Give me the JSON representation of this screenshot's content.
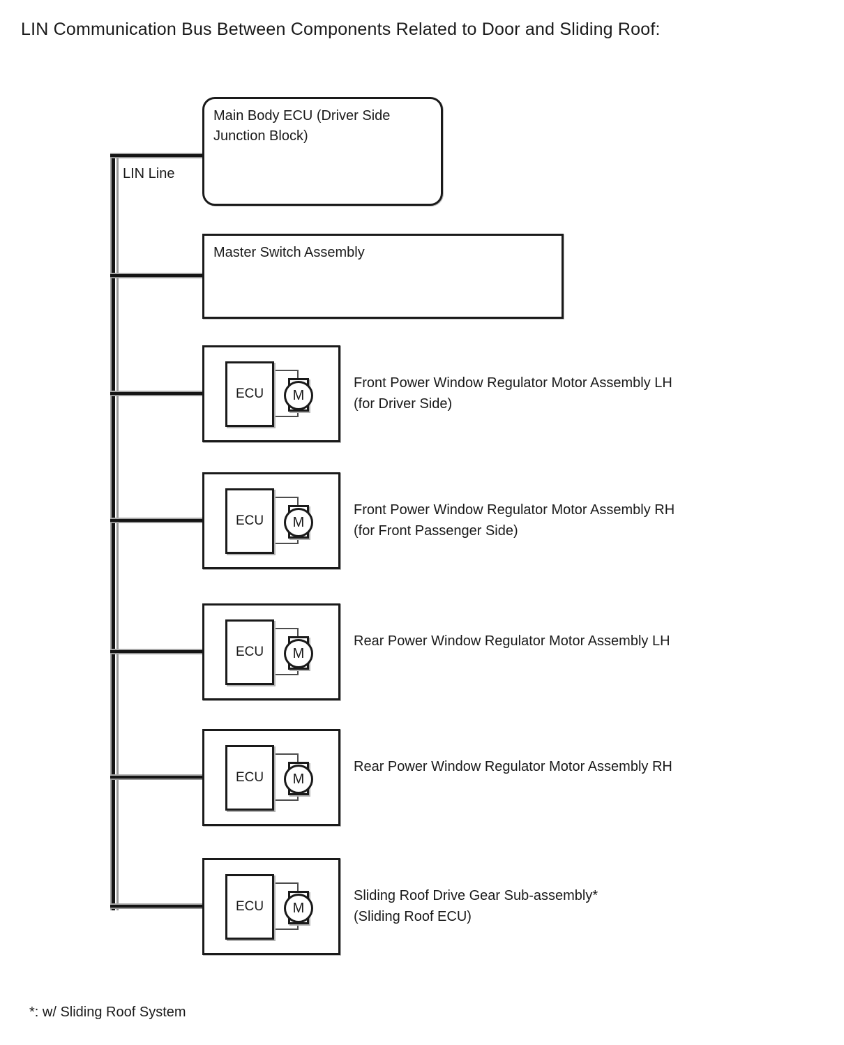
{
  "title": "LIN Communication Bus Between Components Related to Door and Sliding Roof:",
  "bus": {
    "label": "LIN Line"
  },
  "main_body_ecu": {
    "label": "Main Body ECU (Driver Side Junction Block)"
  },
  "master_switch": {
    "label": "Master Switch Assembly"
  },
  "symbols": {
    "ecu": "ECU",
    "motor": "M"
  },
  "motor_nodes": [
    {
      "caption_line1": "Front Power Window Regulator Motor Assembly LH",
      "caption_line2": "(for Driver Side)"
    },
    {
      "caption_line1": "Front Power Window Regulator Motor Assembly RH",
      "caption_line2": "(for Front Passenger Side)"
    },
    {
      "caption_line1": "Rear Power Window Regulator Motor Assembly LH",
      "caption_line2": ""
    },
    {
      "caption_line1": "Rear Power Window Regulator Motor Assembly RH",
      "caption_line2": ""
    },
    {
      "caption_line1": "Sliding Roof Drive Gear Sub-assembly*",
      "caption_line2": "(Sliding Roof ECU)"
    }
  ],
  "footnote": "*: w/ Sliding Roof System",
  "colors": {
    "line": "#1a1a1a",
    "shadow_gray": "#a8a8a8",
    "background": "#ffffff"
  }
}
